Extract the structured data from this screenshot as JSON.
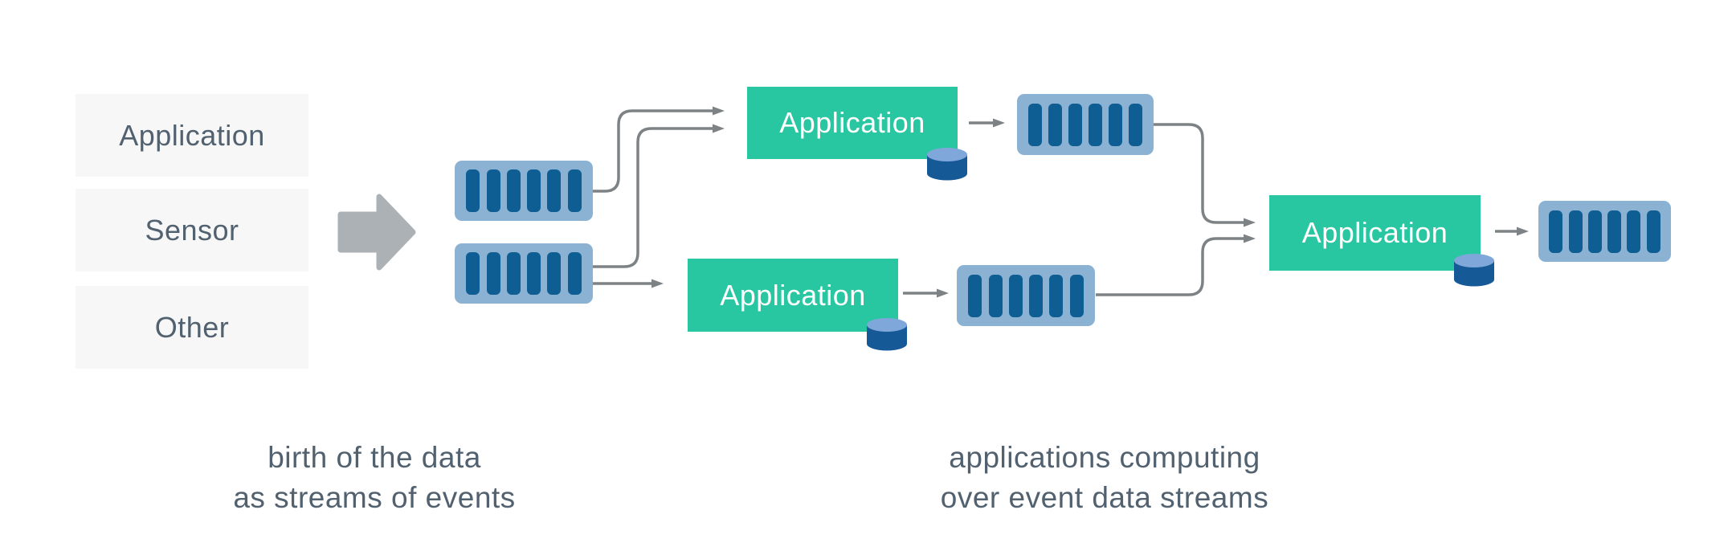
{
  "diagram": {
    "description": "stream processing flow diagram"
  },
  "sources": {
    "items": [
      {
        "label": "Application"
      },
      {
        "label": "Sensor"
      },
      {
        "label": "Other"
      }
    ]
  },
  "apps": {
    "top": {
      "label": "Application"
    },
    "middle": {
      "label": "Application"
    },
    "final": {
      "label": "Application"
    }
  },
  "streams": {
    "segment_count": 6,
    "count": 5
  },
  "captions": {
    "left": {
      "line1": "birth of the data",
      "line2": "as streams of events"
    },
    "right": {
      "line1": "applications computing",
      "line2": "over event data streams"
    }
  },
  "colors": {
    "accent_green": "#29c6a2",
    "stream_body": "#8cb2d3",
    "stream_segment": "#0e5e94",
    "cylinder_body": "#155997",
    "cylinder_top": "#7fa7d9",
    "connector_gray": "#7d8285",
    "block_arrow_gray": "#abb1b5",
    "source_box_bg": "#f7f7f8",
    "text_slate": "#51616f",
    "app_text": "#ffffff",
    "background": "#ffffff"
  }
}
